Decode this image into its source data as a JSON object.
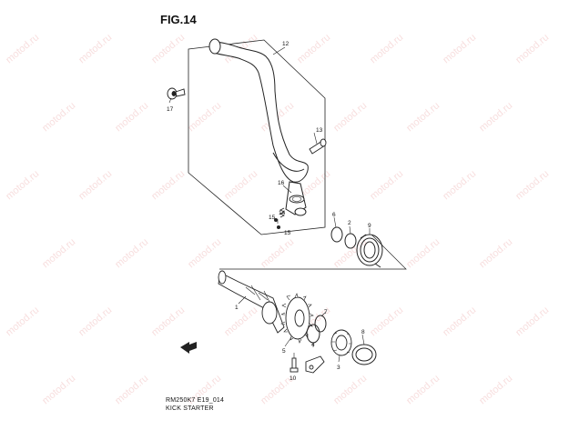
{
  "figure": {
    "title": "FIG.14",
    "code": "RM250K7 E19_014",
    "section": "KICK STARTER",
    "watermark": "motod.ru"
  },
  "callouts": [
    "12",
    "17",
    "13",
    "16",
    "14",
    "15",
    "15",
    "6",
    "2",
    "9",
    "1",
    "7",
    "4",
    "5",
    "3",
    "8",
    "10"
  ],
  "colors": {
    "line": "#222222",
    "watermark": "#f2c4c4",
    "background": "#ffffff"
  }
}
